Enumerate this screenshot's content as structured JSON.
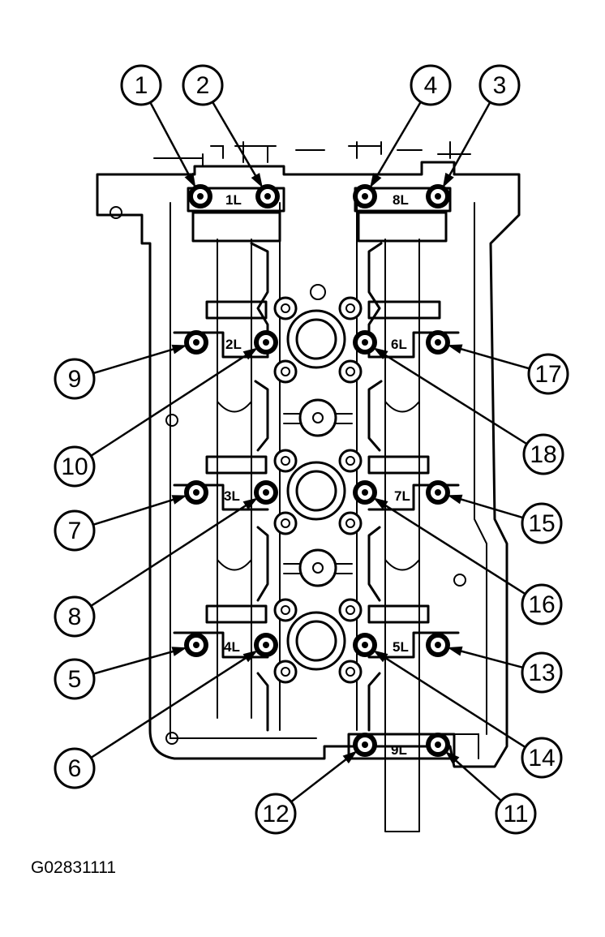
{
  "figure_code": "G02831111",
  "cap_labels": [
    "1L",
    "8L",
    "2L",
    "6L",
    "3L",
    "7L",
    "4L",
    "5L",
    "9L"
  ],
  "callouts": [
    "1",
    "2",
    "3",
    "4",
    "5",
    "6",
    "7",
    "8",
    "9",
    "10",
    "11",
    "12",
    "13",
    "14",
    "15",
    "16",
    "17",
    "18"
  ],
  "colors": {
    "ink": "#000000",
    "paper": "#ffffff"
  }
}
